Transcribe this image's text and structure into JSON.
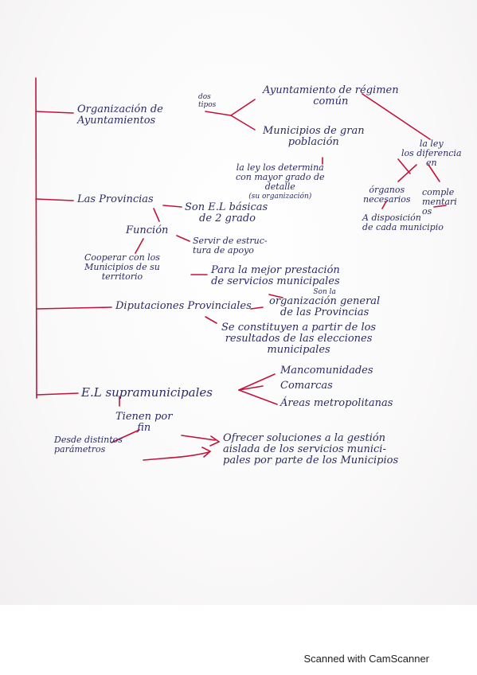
{
  "mindmap": {
    "nodes": {
      "organizacion": [
        "Organización de",
        "Ayuntamientos"
      ],
      "dos_tipos": [
        "dos",
        "tipos"
      ],
      "regimen_comun": [
        "Ayuntamiento de régimen",
        "común"
      ],
      "gran_poblacion": [
        "Municipios de gran",
        "población"
      ],
      "ley_diferencia": [
        "la ley",
        "los diferencia",
        "en"
      ],
      "ley_determina": [
        "la ley los determina",
        "con mayor grado de",
        "detalle",
        "(su organización)"
      ],
      "organos": [
        "órganos",
        "necesarios"
      ],
      "complementarios": [
        "complementarios"
      ],
      "a_disposicion": [
        "A disposición",
        "de cada municipio"
      ],
      "provincias": "Las Provincias",
      "son_el": [
        "Son E.L básicas",
        "de 2 grado"
      ],
      "funcion": "Función",
      "servir": [
        "Servir de estruc-",
        "tura de apoyo"
      ],
      "cooperar": [
        "Cooperar con los",
        "Municipios de su",
        "territorio"
      ],
      "mejor_prestacion": [
        "Para la mejor prestación",
        "de servicios municipales"
      ],
      "diputaciones": "Diputaciones Provinciales",
      "organizacion_general": [
        "Son la",
        "organización general",
        "de las Provincias"
      ],
      "se_constituyen": [
        "Se constituyen a partir de los",
        "resultados de las elecciones",
        "municipales"
      ],
      "supramunicipales": "E.L supramunicipales",
      "mancomunidades": "Mancomunidades",
      "comarcas": "Comarcas",
      "areas": "Áreas metropolitanas",
      "tienen_fin": [
        "Tienen por",
        "fin"
      ],
      "parametros": [
        "Desde distintos",
        "parámetros"
      ],
      "ofrecer": [
        "Ofrecer soluciones a la gestión",
        "aislada de los servicios munici-",
        "pales por parte de los Municipios"
      ]
    },
    "ink_colors": {
      "text": "#2a2a68",
      "lines": "#c0143c"
    }
  },
  "watermark": "Scanned with CamScanner"
}
